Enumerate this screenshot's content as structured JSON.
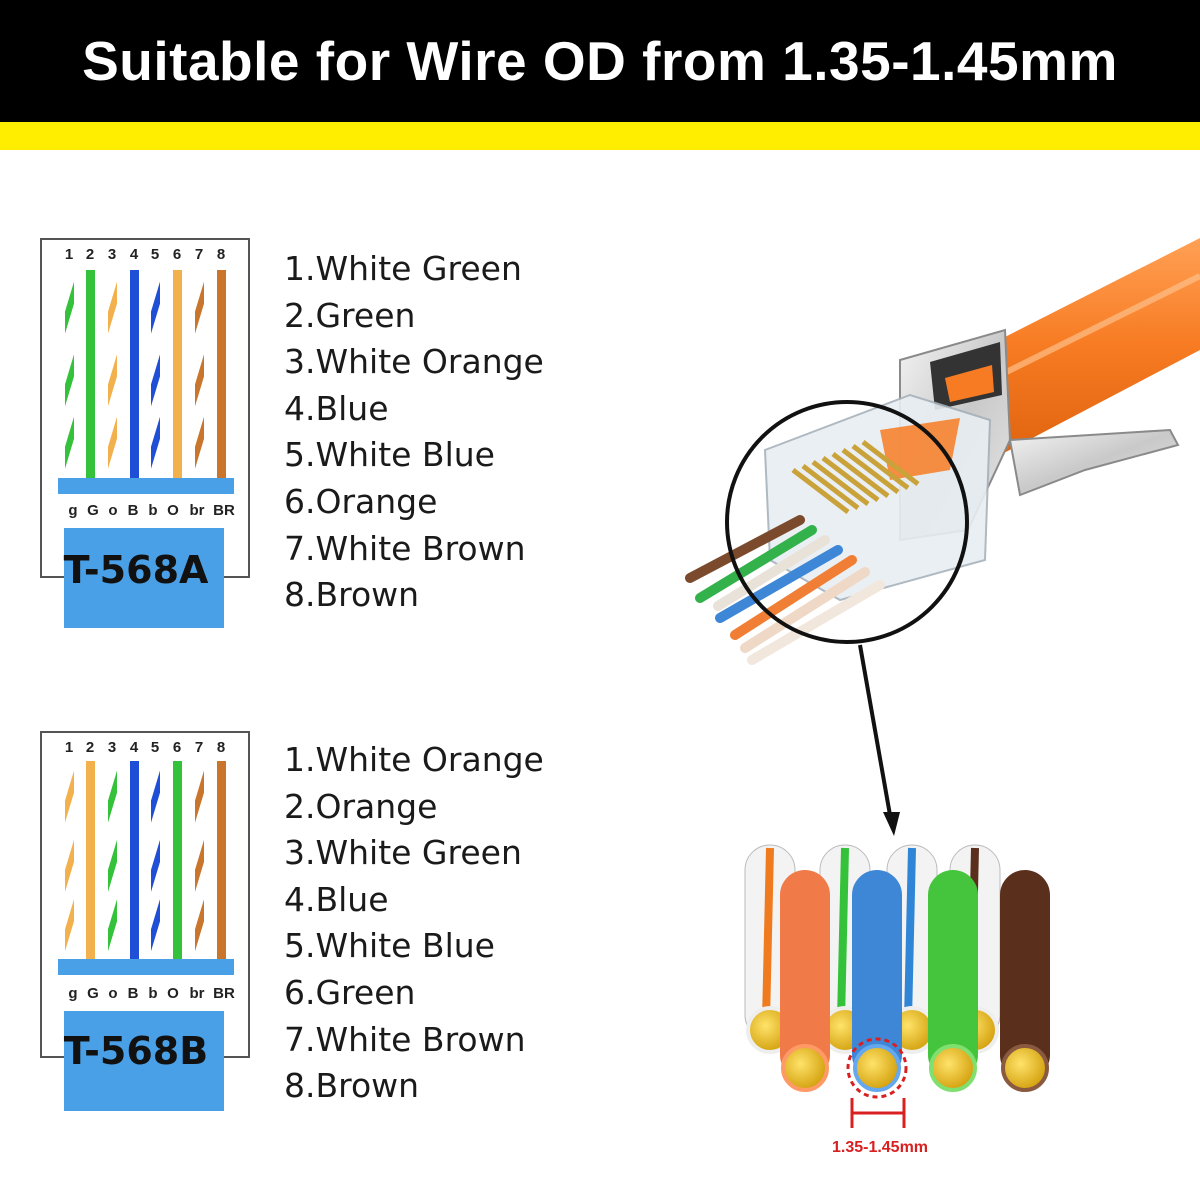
{
  "banner": {
    "title": "Suitable for Wire OD from 1.35-1.45mm"
  },
  "colors": {
    "banner_bg": "#000000",
    "stripe": "#ffee00",
    "cable_orange": "#f77b22",
    "dimension_red": "#d92020"
  },
  "standards": [
    {
      "name": "T-568A",
      "pin_numbers": [
        "1",
        "2",
        "3",
        "4",
        "5",
        "6",
        "7",
        "8"
      ],
      "pin_codes": [
        "g",
        "G",
        "o",
        "B",
        "b",
        "O",
        "br",
        "BR"
      ],
      "wire_colors": [
        "#33c23a",
        "#33c23a",
        "#f3b14d",
        "#1f4fd6",
        "#1f4fd6",
        "#f3b14d",
        "#c9752c",
        "#c9752c"
      ],
      "wire_striped": [
        true,
        false,
        true,
        false,
        true,
        false,
        true,
        false
      ],
      "wires": [
        "1.White Green",
        "2.Green",
        "3.White Orange",
        "4.Blue",
        "5.White Blue",
        "6.Orange",
        "7.White Brown",
        "8.Brown"
      ]
    },
    {
      "name": "T-568B",
      "pin_numbers": [
        "1",
        "2",
        "3",
        "4",
        "5",
        "6",
        "7",
        "8"
      ],
      "pin_codes": [
        "g",
        "G",
        "o",
        "B",
        "b",
        "O",
        "br",
        "BR"
      ],
      "wire_colors": [
        "#f3b14d",
        "#f3b14d",
        "#33c23a",
        "#1f4fd6",
        "#1f4fd6",
        "#33c23a",
        "#c9752c",
        "#c9752c"
      ],
      "wire_striped": [
        true,
        false,
        true,
        false,
        true,
        false,
        true,
        false
      ],
      "wires": [
        "1.White Orange",
        "2.Orange",
        "3.White Green",
        "4.Blue",
        "5.White Blue",
        "6.Green",
        "7.White Brown",
        "8.Brown"
      ]
    }
  ],
  "dimension": {
    "label": "1.35-1.45mm"
  }
}
